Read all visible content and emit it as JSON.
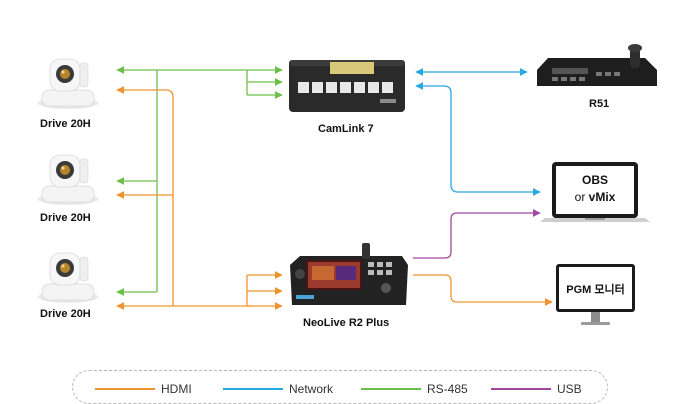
{
  "devices": {
    "camera1": "Drive 20H",
    "camera2": "Drive 20H",
    "camera3": "Drive 20H",
    "switch": "CamLink 7",
    "controller": "R51",
    "recorder": "NeoLive R2 Plus",
    "pc_line1": "OBS",
    "pc_line2_prefix": "or ",
    "pc_line2_bold": "vMix",
    "monitor": "PGM 모니터"
  },
  "legend": [
    {
      "label": "HDMI",
      "color": "#f0932f"
    },
    {
      "label": "Network",
      "color": "#29a8e0"
    },
    {
      "label": "RS-485",
      "color": "#6cc04a"
    },
    {
      "label": "USB",
      "color": "#a0489e"
    }
  ]
}
